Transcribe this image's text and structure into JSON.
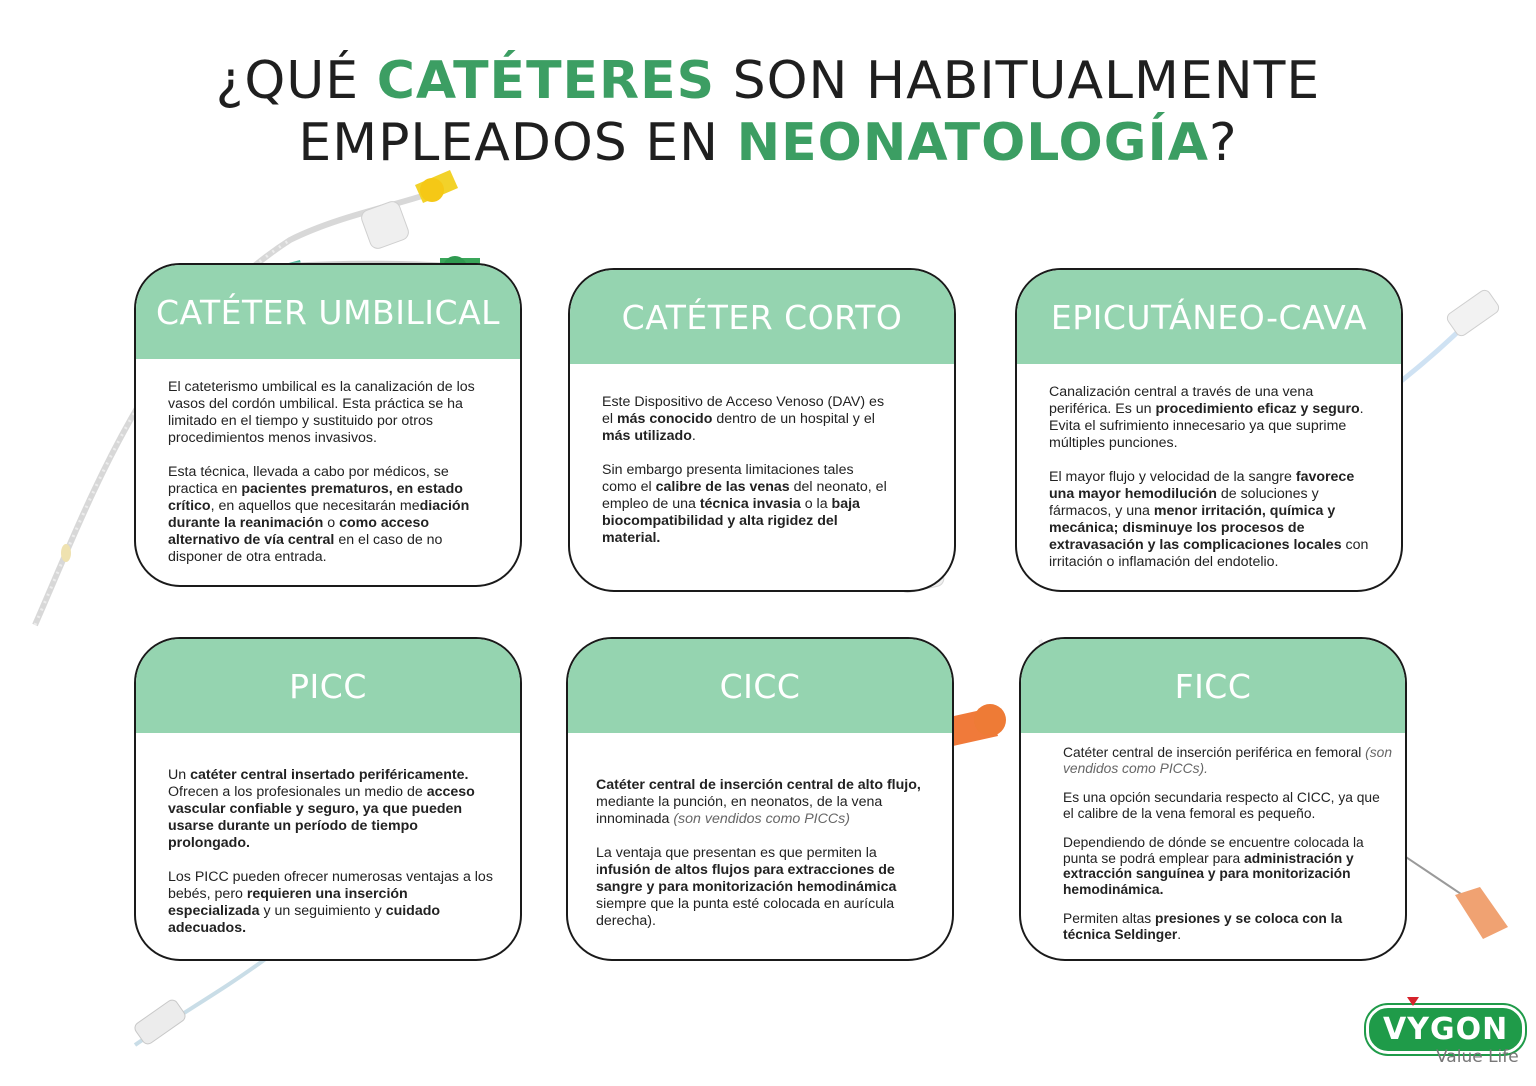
{
  "title": {
    "line1_pre": "¿QUÉ ",
    "line1_hl": "CATÉTERES",
    "line1_post": " SON HABITUALMENTE",
    "line2_pre": "EMPLEADOS EN ",
    "line2_hl": "NEONATOLOGÍA",
    "line2_post": "?"
  },
  "colors": {
    "accent": "#3c9e63",
    "card_header": "#95d4b0",
    "brand": "#1f9b49"
  },
  "cards": {
    "umbilical": {
      "title": "CATÉTER UMBILICAL",
      "p1": "El cateterismo umbilical es la canalización de los vasos del cordón umbilical. Esta práctica se ha limitado en el tiempo y sustituido por otros procedimientos menos invasivos.",
      "p2a": "Esta técnica, llevada a cabo por médicos, se practica en ",
      "p2b": "pacientes prematuros, en estado crítico",
      "p2c": ", en aquellos que necesitarán me",
      "p2d": "diación durante la reanimación",
      "p2e": " o ",
      "p2f": "como acceso alternativo de vía central",
      "p2g": " en el caso de no disponer de otra entrada."
    },
    "corto": {
      "title": "CATÉTER CORTO",
      "p1a": "Este Dispositivo de Acceso Venoso (DAV) es el ",
      "p1b": "más conocido",
      "p1c": " dentro de un hospital y el ",
      "p1d": "más utilizado",
      "p1e": ".",
      "p2a": "Sin embargo presenta limitaciones tales como el ",
      "p2b": "calibre de las venas",
      "p2c": " del neonato, el empleo de una ",
      "p2d": "técnica invasia",
      "p2e": " o la ",
      "p2f": "baja biocompatibilidad y alta rigidez del material."
    },
    "epicutaneo": {
      "title": "EPICUTÁNEO-CAVA",
      "p1a": "Canalización central a través de una vena periférica. Es un ",
      "p1b": "procedimiento eficaz y seguro",
      "p1c": ". Evita el sufrimiento innecesario ya que suprime múltiples punciones.",
      "p2a": "El mayor flujo y velocidad de la sangre ",
      "p2b": "favorece una mayor hemodilución",
      "p2c": " de soluciones y fármacos, y una ",
      "p2d": "menor irritación, química y mecánica; disminuye los procesos de extravasación y las complicaciones locales",
      "p2e": " con irritación o inflamación del endotelio."
    },
    "picc": {
      "title": "PICC",
      "p1a": "Un ",
      "p1b": "catéter central insertado periféricamente.",
      "p1c": " Ofrecen a los profesionales un medio de ",
      "p1d": "acceso vascular confiable y seguro, ya que pueden usarse durante un período de tiempo prolongado.",
      "p2a": "Los PICC pueden ofrecer numerosas ventajas a los bebés, pero ",
      "p2b": "requieren una inserción especializada",
      "p2c": " y un seguimiento y ",
      "p2d": "cuidado adecuados."
    },
    "cicc": {
      "title": "CICC",
      "p1a": "Catéter central de inserción central de alto flujo,",
      "p1b": " mediante la punción, en neonatos, de la vena innominada ",
      "p1c": "(son vendidos como PICCs)",
      "p2a": "La ventaja que presentan es que permiten la i",
      "p2b": "nfusión de altos flujos para extracciones de sangre y para monitorización hemodinámica",
      "p2c": " siempre  que la punta esté colocada en aurícula derecha)."
    },
    "ficc": {
      "title": "FICC",
      "p1a": "Catéter central de inserción periférica en femoral ",
      "p1b": "(son vendidos como PICCs).",
      "p2": "Es una opción secundaria respecto al CICC, ya que el calibre de la vena femoral es pequeño.",
      "p3a": "Dependiendo de dónde se encuentre colocada la punta se podrá emplear para ",
      "p3b": "administración y extracción sanguínea y para monitorización hemodinámica.",
      "p4a": "Permiten altas ",
      "p4b": "presiones y se coloca con la técnica Seldinger",
      "p4c": "."
    }
  },
  "logo": {
    "brand": "VYGON",
    "tagline": "Value Life"
  },
  "icons": [
    "umbilical-catheter-icon",
    "short-catheter-icon",
    "epicutaneous-catheter-icon",
    "picc-catheter-icon",
    "cicc-catheter-icon",
    "ficc-catheter-icon"
  ]
}
